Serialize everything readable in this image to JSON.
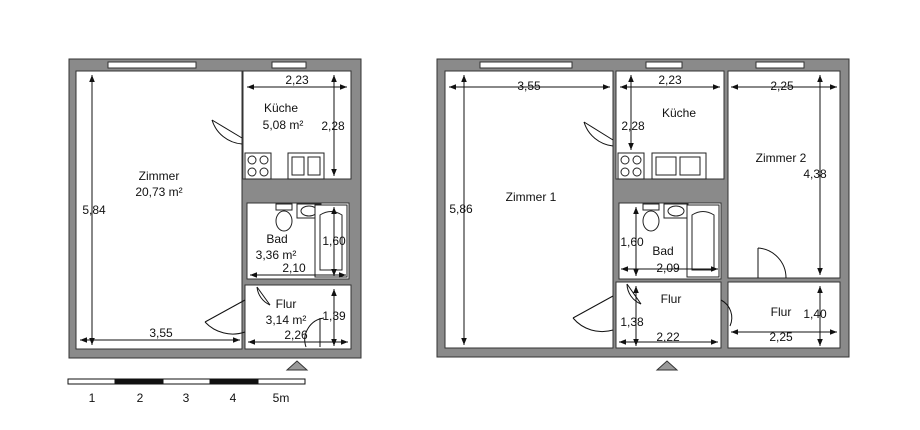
{
  "plans": [
    {
      "rooms": [
        {
          "name": "Zimmer",
          "area": "20,73 m²"
        },
        {
          "name": "Küche",
          "area": "5,08 m²"
        },
        {
          "name": "Bad",
          "area": "3,36 m²"
        },
        {
          "name": "Flur",
          "area": "3,14 m²"
        }
      ],
      "dims": [
        "5,84",
        "3,55",
        "2,23",
        "2,28",
        "1,60",
        "2,10",
        "1,39",
        "2,26"
      ]
    },
    {
      "rooms": [
        {
          "name": "Zimmer 1"
        },
        {
          "name": "Küche"
        },
        {
          "name": "Zimmer 2"
        },
        {
          "name": "Bad"
        },
        {
          "name": "Flur"
        },
        {
          "name": "Flur"
        }
      ],
      "dims": [
        "5,86",
        "3,55",
        "2,23",
        "2,28",
        "2,25",
        "4,38",
        "1,60",
        "2,09",
        "1,38",
        "2,22",
        "1,40",
        "2,25"
      ]
    }
  ],
  "scale_bar": {
    "labels": [
      "1",
      "2",
      "3",
      "4",
      "5m"
    ]
  }
}
